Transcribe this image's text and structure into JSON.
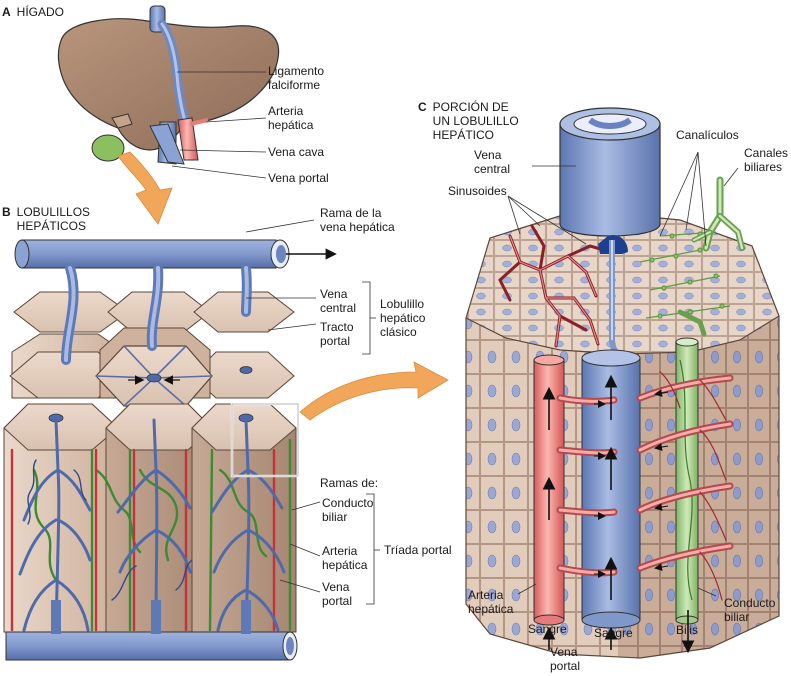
{
  "panels": {
    "a": {
      "letter": "A",
      "title": "HÍGADO"
    },
    "b": {
      "letter": "B",
      "title": "LOBULILLOS\nHEPÁTICOS"
    },
    "c": {
      "letter": "C",
      "title": "PORCIÓN DE\nUN LOBULILLO\nHEPÁTICO"
    }
  },
  "liver_labels": {
    "ligamento": "Ligamento\nfalciforme",
    "arteria": "Arteria\nhepática",
    "cava": "Vena cava",
    "portal": "Vena portal"
  },
  "lobule_labels": {
    "rama_vena": "Rama de la\nvena hepática",
    "vena_central": "Vena\ncentral",
    "tracto_portal": "Tracto\nportal",
    "lobulillo_clasico": "Lobulillo\nhepático\nclásico",
    "ramas_de": "Ramas de:",
    "conducto_biliar": "Conducto\nbiliar",
    "arteria_hepatica": "Arteria\nhepática",
    "vena_portal": "Vena\nportal",
    "triada_portal": "Tríada portal"
  },
  "portion_labels": {
    "vena_central": "Vena\ncentral",
    "sinusoides": "Sinusoides",
    "canaliculos": "Canalículos",
    "canales_biliares": "Canales\nbiliares",
    "arteria_hepatica": "Arteria\nhepática",
    "sangre_left": "Sangre",
    "sangre_right": "Sangre",
    "vena_portal": "Vena\nportal",
    "bilis": "Bilis",
    "conducto_biliar": "Conducto\nbiliar"
  },
  "colors": {
    "liver": "#a3806a",
    "vein": "#7f97c9",
    "artery": "#e77b7b",
    "bile": "#9fcb86",
    "tissue": "#d7bfae",
    "arrow_orange": "#f2a65a"
  }
}
